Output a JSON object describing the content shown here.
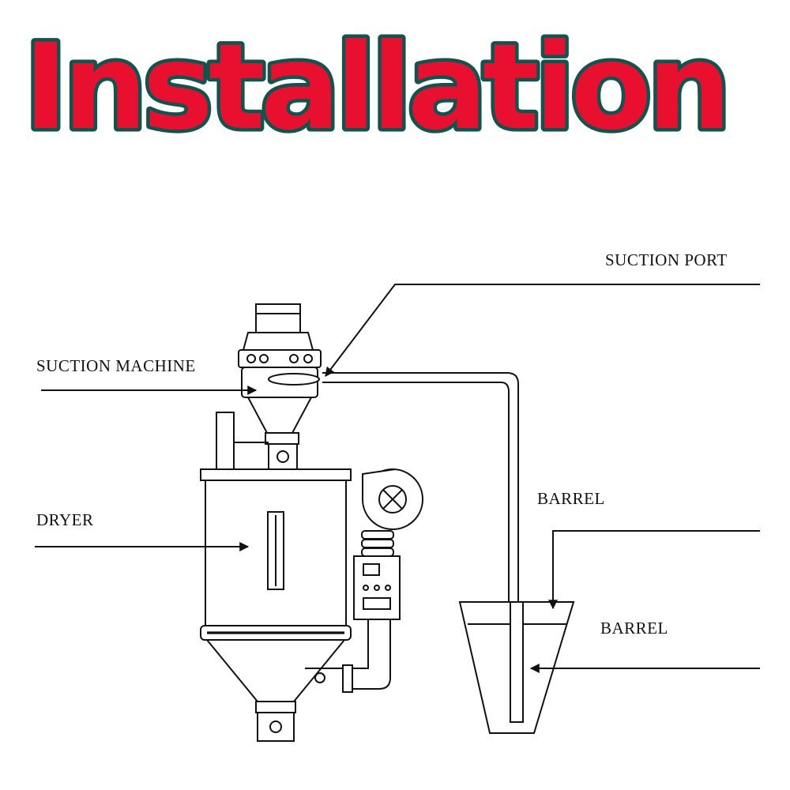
{
  "title": "Installation",
  "colors": {
    "title_fill": "#e8102e",
    "title_outline": "#0d5650",
    "line": "#111111",
    "background": "#ffffff"
  },
  "labels": {
    "suction_port": "SUCTION PORT",
    "suction_machine": "SUCTION MACHINE",
    "dryer": "DRYER",
    "barrel_upper": "BARREL",
    "barrel_lower": "BARREL"
  }
}
